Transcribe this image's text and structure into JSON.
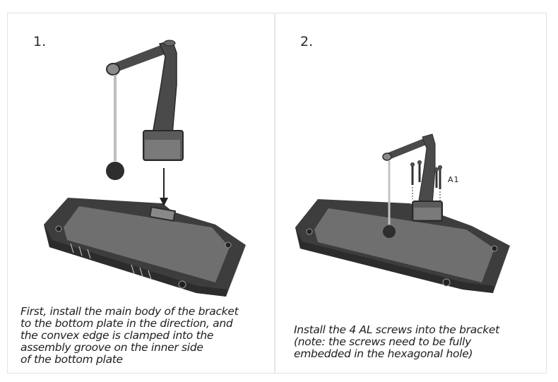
{
  "steps": [
    {
      "number": "1.",
      "illustration": "bracket-and-bottom-plate-install-icon",
      "caption_lines": [
        "First, install the main body of the bracket",
        "to the bottom plate in the direction, and",
        "the convex edge is clamped into the",
        "assembly groove on the inner side",
        "of the bottom plate"
      ]
    },
    {
      "number": "2.",
      "illustration": "screws-into-bracket-icon",
      "part_label": "A1",
      "caption_lines": [
        "Install the 4 AL screws into the bracket",
        "(note: the screws need to be fully",
        "embedded in the hexagonal hole)"
      ]
    }
  ],
  "colors": {
    "border": "#e2e2e2",
    "text": "#1e1e1e",
    "part_dark": "#3a3a3a",
    "part_mid": "#6d6d6d"
  }
}
